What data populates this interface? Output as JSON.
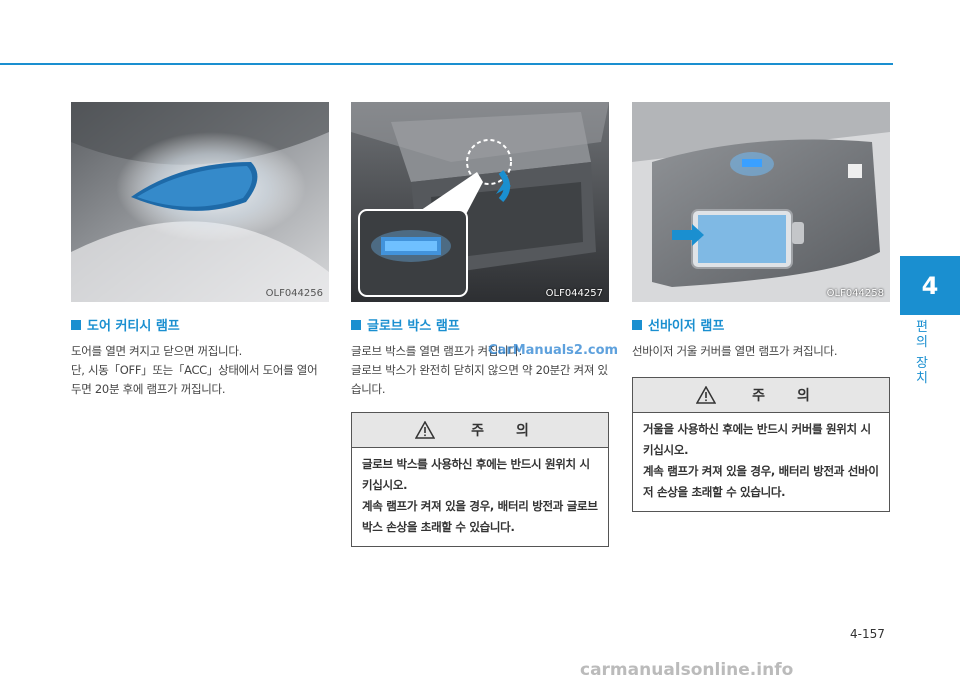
{
  "chapter": {
    "number": "4",
    "label_chars": [
      "편",
      "의",
      " ",
      "장",
      "치"
    ]
  },
  "page_number": "4-157",
  "figures": [
    {
      "code": "OLF044256"
    },
    {
      "code": "OLF044257"
    },
    {
      "code": "OLF044258"
    }
  ],
  "sections": [
    {
      "title": "도어 커티시 램프",
      "paragraphs": [
        "도어를 열면 켜지고 닫으면 꺼집니다.",
        "단, 시동「OFF」또는「ACC」상태에서 도어를 열어 두면 20분 후에 램프가 꺼집니다."
      ]
    },
    {
      "title": "글로브 박스 램프",
      "paragraphs": [
        "글로브 박스를 열면 램프가 켜집니다.",
        "글로브 박스가 완전히 닫히지 않으면 약 20분간 켜져 있습니다."
      ],
      "caution": {
        "header": [
          "주",
          "의"
        ],
        "lines": [
          "글로브 박스를 사용하신 후에는 반드시 원위치 시키십시오.",
          "계속 램프가 켜져 있을 경우, 배터리 방전과 글로브 박스 손상을 초래할 수 있습니다."
        ]
      }
    },
    {
      "title": "선바이저 램프",
      "paragraphs": [
        "선바이저 거울 커버를 열면 램프가 켜집니다."
      ],
      "caution": {
        "header": [
          "주",
          "의"
        ],
        "lines": [
          "거울을 사용하신 후에는 반드시 커버를 원위치 시키십시오.",
          "계속 램프가 켜져 있을 경우, 배터리 방전과 선바이저 손상을 초래할 수 있습니다."
        ]
      }
    }
  ],
  "watermarks": {
    "mid": "CarManuals2.com",
    "bottom": "carmanualsonline.info"
  },
  "colors": {
    "accent": "#1a8fd0",
    "lamp_glow": "#3aa0ff"
  }
}
